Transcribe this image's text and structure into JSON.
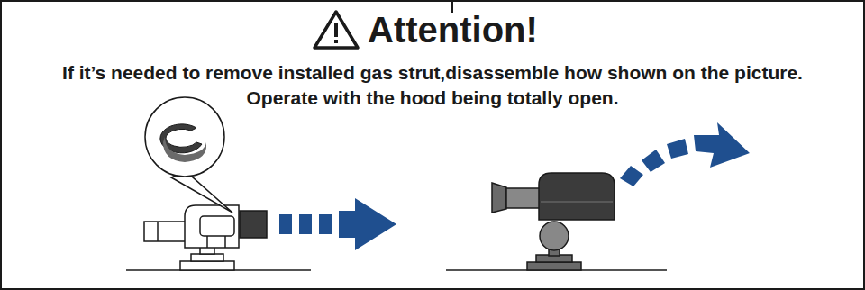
{
  "diagram": {
    "title": "Attention!",
    "labels": [
      "If it’s needed to remove installed gas strut,disassemble how shown on the picture.",
      "Operate with the hood being totally open."
    ]
  }
}
